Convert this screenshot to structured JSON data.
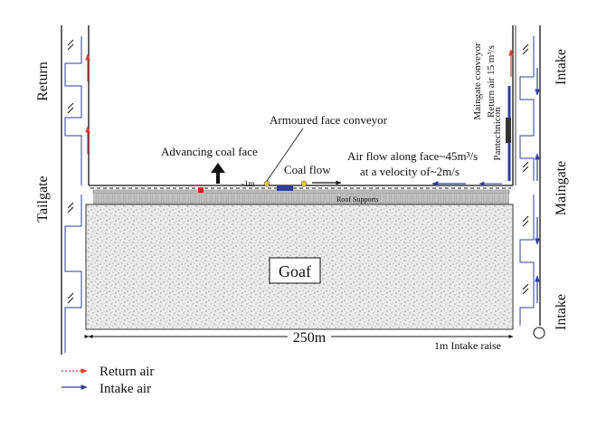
{
  "labels": {
    "return_left": "Return",
    "tailgate": "Tailgate",
    "intake_right_top": "Intake",
    "maingate": "Maingate",
    "intake_right_bottom": "Intake",
    "maingate_conveyor": "Maingate conveyor",
    "return_air_rate": "Return air 15 m³/s",
    "pantechnicon": "Pantechnicon",
    "armoured_face_conveyor": "Armoured face conveyor",
    "advancing_coal_face": "Advancing coal face",
    "coal_flow": "Coal flow",
    "air_flow_line1": "Air flow along face~45m³/s",
    "air_flow_line2": "at a velocity of~2m/s",
    "one_m_marker": "-1m",
    "roof_supports": "Roof Supports",
    "goaf": "Goaf",
    "width": "250m",
    "intake_raise": "1m Intake raise"
  },
  "legend": [
    {
      "label": "Return air",
      "color": "#e23b2e"
    },
    {
      "label": "Intake air",
      "color": "#2f3f9a"
    }
  ],
  "colors": {
    "return_air": "#e23b2e",
    "intake_air": "#2f3f9a",
    "goaf_fill": "#e9e9e9",
    "conveyor": "#2f3f9a"
  }
}
